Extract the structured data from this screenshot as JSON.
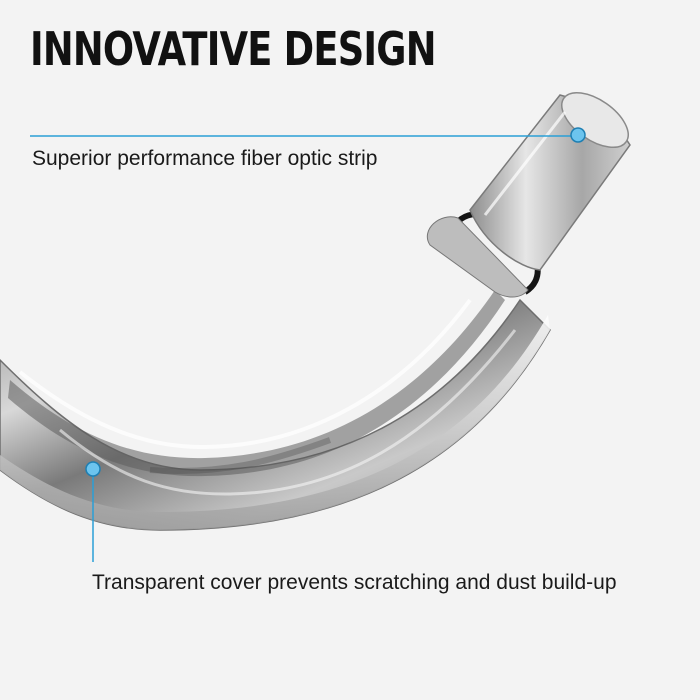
{
  "title": "INNOVATIVE DESIGN",
  "callouts": [
    {
      "label": "Superior performance fiber optic strip"
    },
    {
      "label": "Transparent cover prevents scratching and dust build-up"
    }
  ],
  "colors": {
    "background": "#f3f3f3",
    "accent": "#2a9fd6",
    "accent_light": "#6cc4ee",
    "text": "#111111"
  },
  "illustration": "curved chrome fiber optic light strip"
}
